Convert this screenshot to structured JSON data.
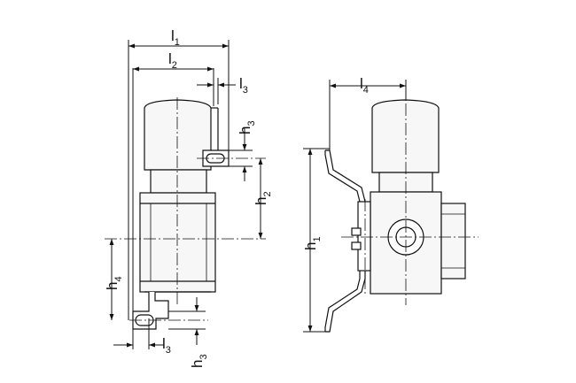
{
  "labels": {
    "l1": {
      "base": "l",
      "sub": "1"
    },
    "l2": {
      "base": "l",
      "sub": "2"
    },
    "l3_top": {
      "base": "l",
      "sub": "3"
    },
    "l3_bottom": {
      "base": "l",
      "sub": "3"
    },
    "l4": {
      "base": "l",
      "sub": "4"
    },
    "h1": {
      "base": "h",
      "sub": "1"
    },
    "h2": {
      "base": "h",
      "sub": "2"
    },
    "h3_top": {
      "base": "h",
      "sub": "3"
    },
    "h3_bottom": {
      "base": "h",
      "sub": "3"
    },
    "h4": {
      "base": "h",
      "sub": "4"
    }
  },
  "colors": {
    "line": "#111111",
    "body_fill": "#f7f7f7",
    "background": "#ffffff"
  }
}
